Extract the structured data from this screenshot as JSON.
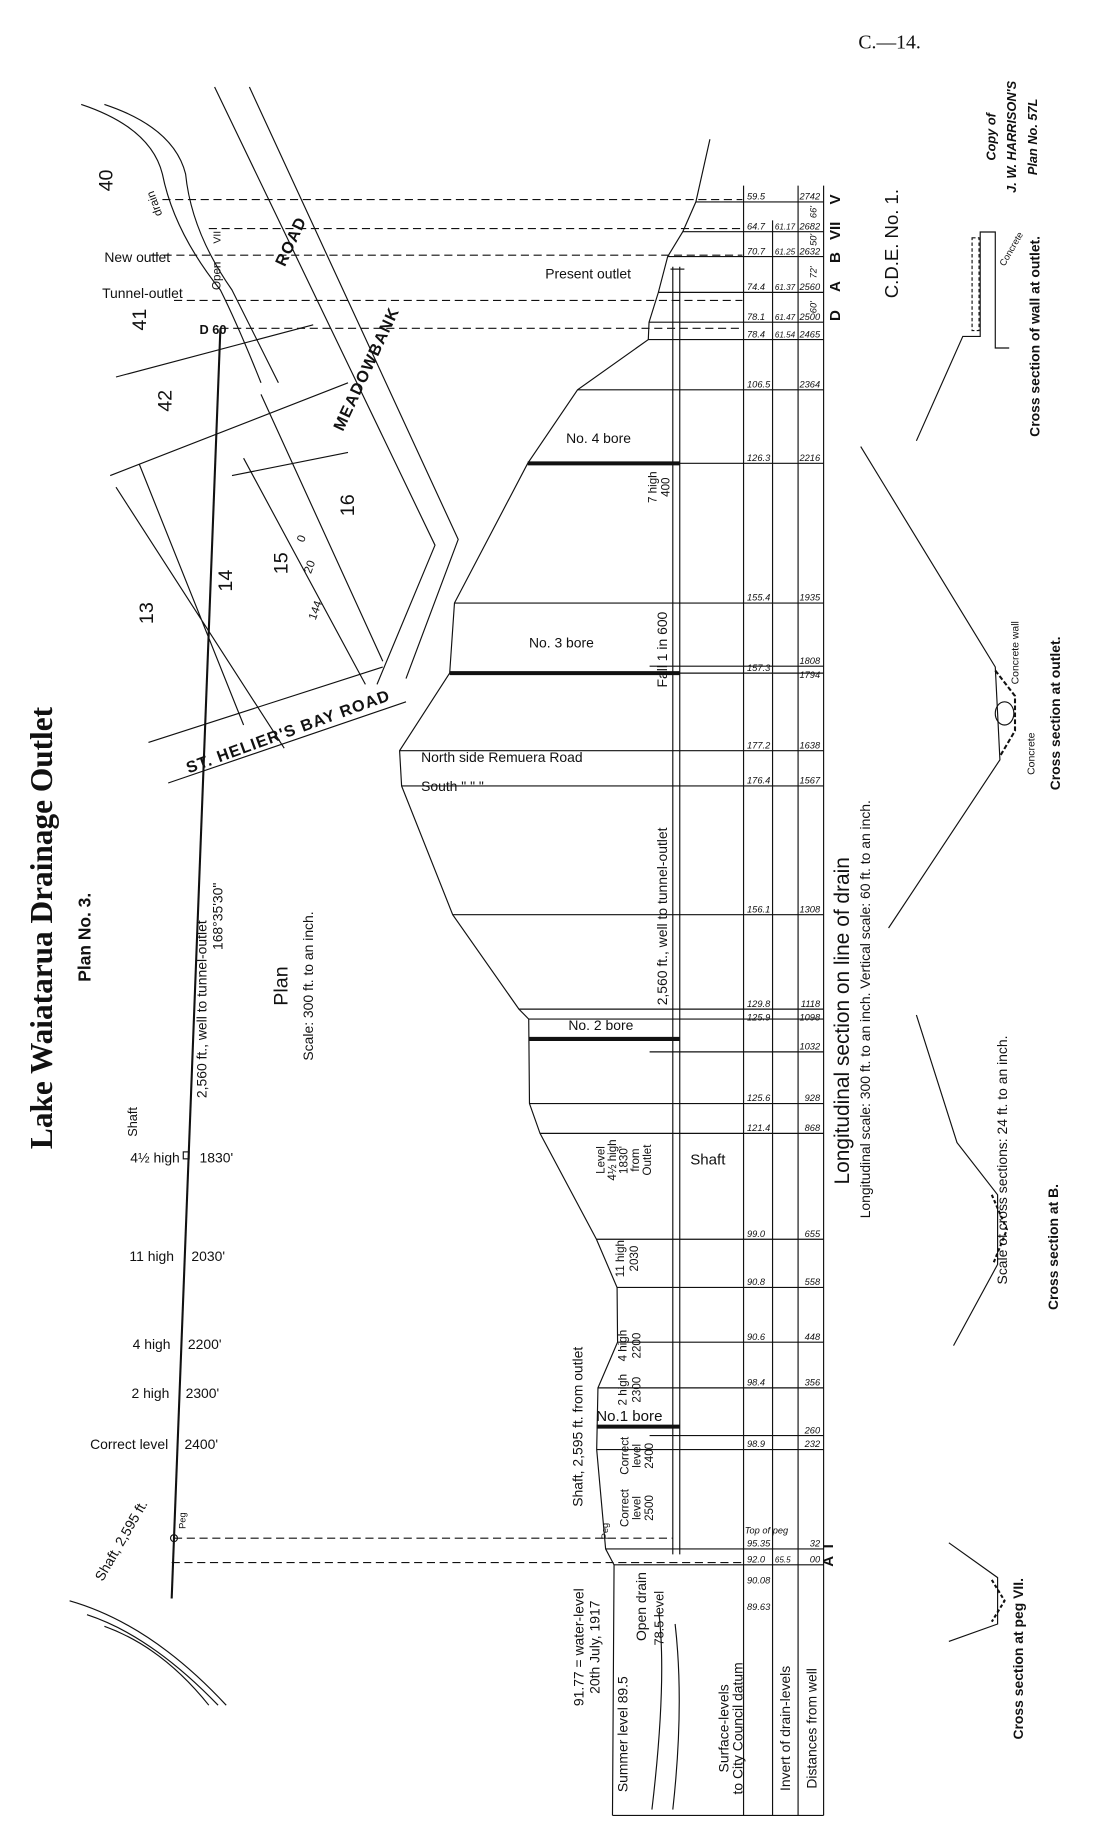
{
  "sheet_ref": "C.—14.",
  "copy_note": [
    "Copy of",
    "J. W. HARRISON'S",
    "Plan No. 57L"
  ],
  "title": "Lake Waiatarua Drainage Outlet",
  "plan_number": "Plan No. 3.",
  "plan": {
    "heading": "Plan",
    "scale": "Scale:  300 ft. to an inch.",
    "line_label": "2,560 ft., well to tunnel-outlet",
    "bearing": "168°35'30\"",
    "lots": [
      "40",
      "41",
      "42",
      "13",
      "14",
      "15",
      "16"
    ],
    "lot_dims": [
      "144",
      "20",
      "0"
    ],
    "roads": [
      "ROAD",
      "MEADOWBANK",
      "ST. HELIER'S BAY ROAD"
    ],
    "labels": {
      "new_outlet": "New outlet",
      "tunnel_outlet": "Tunnel-outlet",
      "drain": "drain",
      "open": "Open",
      "peg": "Peg",
      "vii": "VII",
      "d60": "D 60",
      "shaft": "Shaft",
      "shaft_2595": "Shaft, 2,595 ft."
    },
    "stations": [
      {
        "size": "4½ high",
        "dist": "1830'"
      },
      {
        "size": "11 high",
        "dist": "2030'"
      },
      {
        "size": "4 high",
        "dist": "2200'"
      },
      {
        "size": "2 high",
        "dist": "2300'"
      },
      {
        "size": "Correct level",
        "dist": "2400'"
      }
    ]
  },
  "section": {
    "title": "Longitudinal section on line of drain",
    "scales": "Longitudinal scale:  300 ft. to an inch.     Vertical scale:  60 ft. to an inch.",
    "cde": "C.D.E. No. 1.",
    "present_outlet": "Present outlet",
    "bores": [
      "No. 4 bore",
      "No. 3 bore",
      "No. 2 bore",
      "No.1 bore"
    ],
    "north_side": "North side Remuera Road",
    "south": "South   \"         \"         \"",
    "fall": "Fall    1  in    600",
    "well_to_outlet": "2,560 ft., well to tunnel-outlet",
    "seven_high": [
      "7 high",
      "400"
    ],
    "level_note": [
      "Level",
      "4½ high",
      "1830'",
      "from",
      "Outlet"
    ],
    "shaft": "Shaft",
    "eleven_high": [
      "11 high",
      "2030"
    ],
    "two_high": [
      "2 high",
      "2300"
    ],
    "four_high": [
      "4 high",
      "2200"
    ],
    "correct_2400": [
      "Correct",
      "level",
      "2400"
    ],
    "correct_2500": [
      "Correct",
      "level",
      "2500"
    ],
    "shaft_from_outlet": "Shaft, 2,595 ft. from outlet",
    "water_level": [
      "91.77 = water-level",
      "20th July, 1917"
    ],
    "summer_level": "Summer level 89.5",
    "open_drain": "Open  drain",
    "level_785": "78.5 level",
    "peg": "Peg",
    "top_of_peg": "Top of peg",
    "row_headers": [
      "Surface-levels",
      "to City Council datum",
      "Invert of drain-levels",
      "Distances from well"
    ],
    "points": [
      "V",
      "VII",
      "B",
      "A",
      "D",
      "I",
      "A"
    ],
    "segments": [
      "66'",
      "50'",
      "72'",
      "60'"
    ],
    "rows": [
      {
        "dist": "2742",
        "surface": "59.5",
        "invert": ""
      },
      {
        "dist": "2682",
        "surface": "64.7",
        "invert": "61.17"
      },
      {
        "dist": "2632",
        "surface": "70.7",
        "invert": "61.25"
      },
      {
        "dist": "2560",
        "surface": "74.4",
        "invert": "61.37"
      },
      {
        "dist": "2500",
        "surface": "78.1",
        "invert": "61.47"
      },
      {
        "dist": "2465",
        "surface": "78.4",
        "invert": "61.54"
      },
      {
        "dist": "2364",
        "surface": "106.5",
        "invert": ""
      },
      {
        "dist": "2216",
        "surface": "126.3",
        "invert": ""
      },
      {
        "dist": "1935",
        "surface": "155.4",
        "invert": ""
      },
      {
        "dist": "1808",
        "surface": "",
        "invert": ""
      },
      {
        "dist": "1794",
        "surface": "157.3",
        "invert": ""
      },
      {
        "dist": "1638",
        "surface": "177.2",
        "invert": ""
      },
      {
        "dist": "1567",
        "surface": "176.4",
        "invert": ""
      },
      {
        "dist": "1308",
        "surface": "156.1",
        "invert": ""
      },
      {
        "dist": "1118",
        "surface": "129.8",
        "invert": ""
      },
      {
        "dist": "1098",
        "surface": "125.9",
        "invert": ""
      },
      {
        "dist": "1032",
        "surface": "",
        "invert": ""
      },
      {
        "dist": "928",
        "surface": "125.6",
        "invert": ""
      },
      {
        "dist": "868",
        "surface": "121.4",
        "invert": ""
      },
      {
        "dist": "655",
        "surface": "99.0",
        "invert": ""
      },
      {
        "dist": "558",
        "surface": "90.8",
        "invert": ""
      },
      {
        "dist": "448",
        "surface": "90.6",
        "invert": ""
      },
      {
        "dist": "356",
        "surface": "98.4",
        "invert": ""
      },
      {
        "dist": "260",
        "surface": "",
        "invert": ""
      },
      {
        "dist": "232",
        "surface": "98.9",
        "invert": ""
      },
      {
        "dist": "32",
        "surface": "95.35",
        "invert": ""
      },
      {
        "dist": "00",
        "surface": "92.0",
        "invert": "65.5"
      }
    ],
    "extra_levels": [
      "90.08",
      "89.63"
    ]
  },
  "cross_sections": {
    "wall_at_outlet": "Cross section of wall at outlet.",
    "at_outlet": "Cross section at outlet.",
    "scale": "Scale of cross sections:   24 ft. to an inch.",
    "at_b": "Cross section at B.",
    "at_peg_vii": "Cross section at peg VII.",
    "concrete_wall": "Concrete wall",
    "concrete": "Concrete"
  }
}
